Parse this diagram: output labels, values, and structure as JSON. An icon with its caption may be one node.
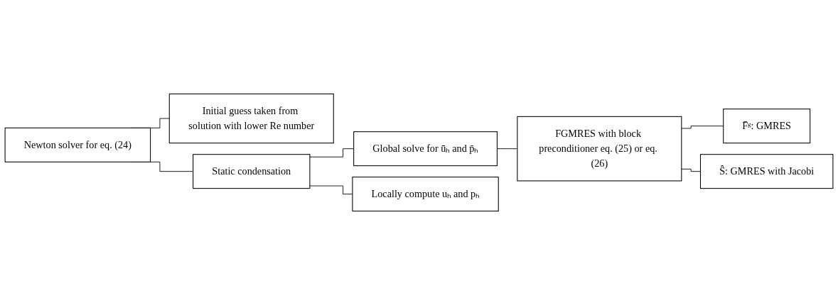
{
  "diagram": {
    "nodes": [
      {
        "text": [
          "Newton solver for eq. (24)"
        ]
      },
      {
        "text": [
          "Initial guess taken from solution with lower Re number"
        ]
      },
      {
        "text": [
          "Static condensation"
        ]
      },
      {
        "text": [
          "Global solve for ūₕ and p̄ₕ"
        ]
      },
      {
        "text": [
          "FGMRES with block preconditioner eq. (25) or eq. (26)"
        ]
      },
      {
        "text": [
          "F̄ᵍ: GMRES"
        ]
      },
      {
        "text": [
          "Ŝ: GMRES with Jacobi"
        ]
      },
      {
        "text": [
          "Locally compute uₕ and pₕ"
        ]
      }
    ],
    "edges": [
      {
        "from": 0,
        "to": 1,
        "arrow": "none"
      },
      {
        "from": 0,
        "to": 2,
        "arrow": "none"
      },
      {
        "from": 2,
        "to": 3,
        "arrow": "none"
      },
      {
        "from": 3,
        "to": 4,
        "arrow": "none"
      },
      {
        "from": 4,
        "to": 5,
        "arrow": "none"
      },
      {
        "from": 4,
        "to": 6,
        "arrow": "none"
      },
      {
        "from": 2,
        "to": 7,
        "arrow": "none"
      }
    ]
  }
}
